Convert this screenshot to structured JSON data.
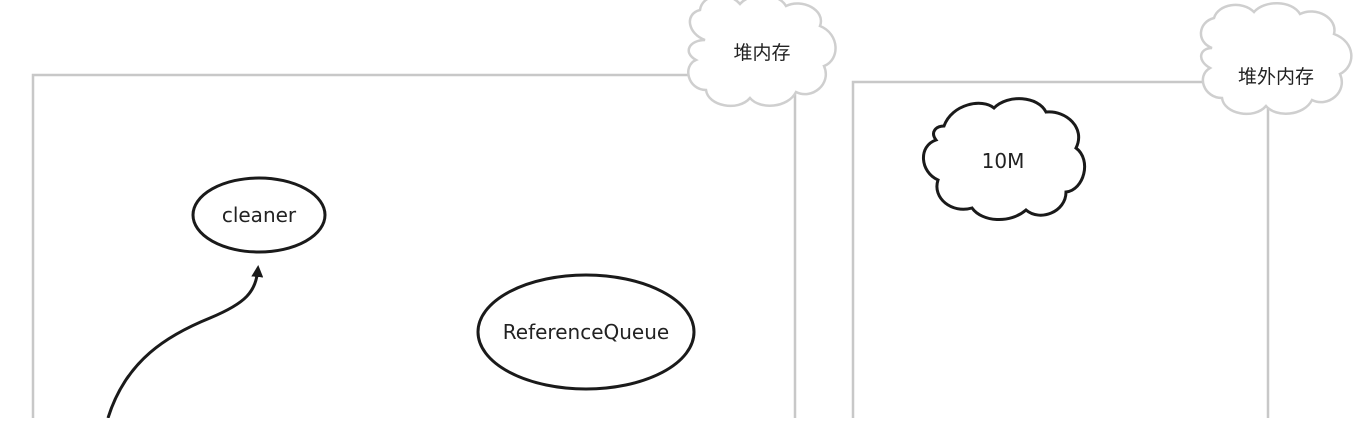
{
  "diagram": {
    "heap_region": {
      "label": "堆内存"
    },
    "offheap_region": {
      "label": "堆外内存"
    },
    "nodes": {
      "cleaner": {
        "label": "cleaner"
      },
      "reference_queue": {
        "label": "ReferenceQueue"
      },
      "offheap_block": {
        "label": "10M"
      }
    },
    "colors": {
      "region_border": "#c8c8c8",
      "cloud_stroke": "#cfcfcf",
      "node_stroke": "#1a1a1a",
      "text": "#222222"
    }
  }
}
